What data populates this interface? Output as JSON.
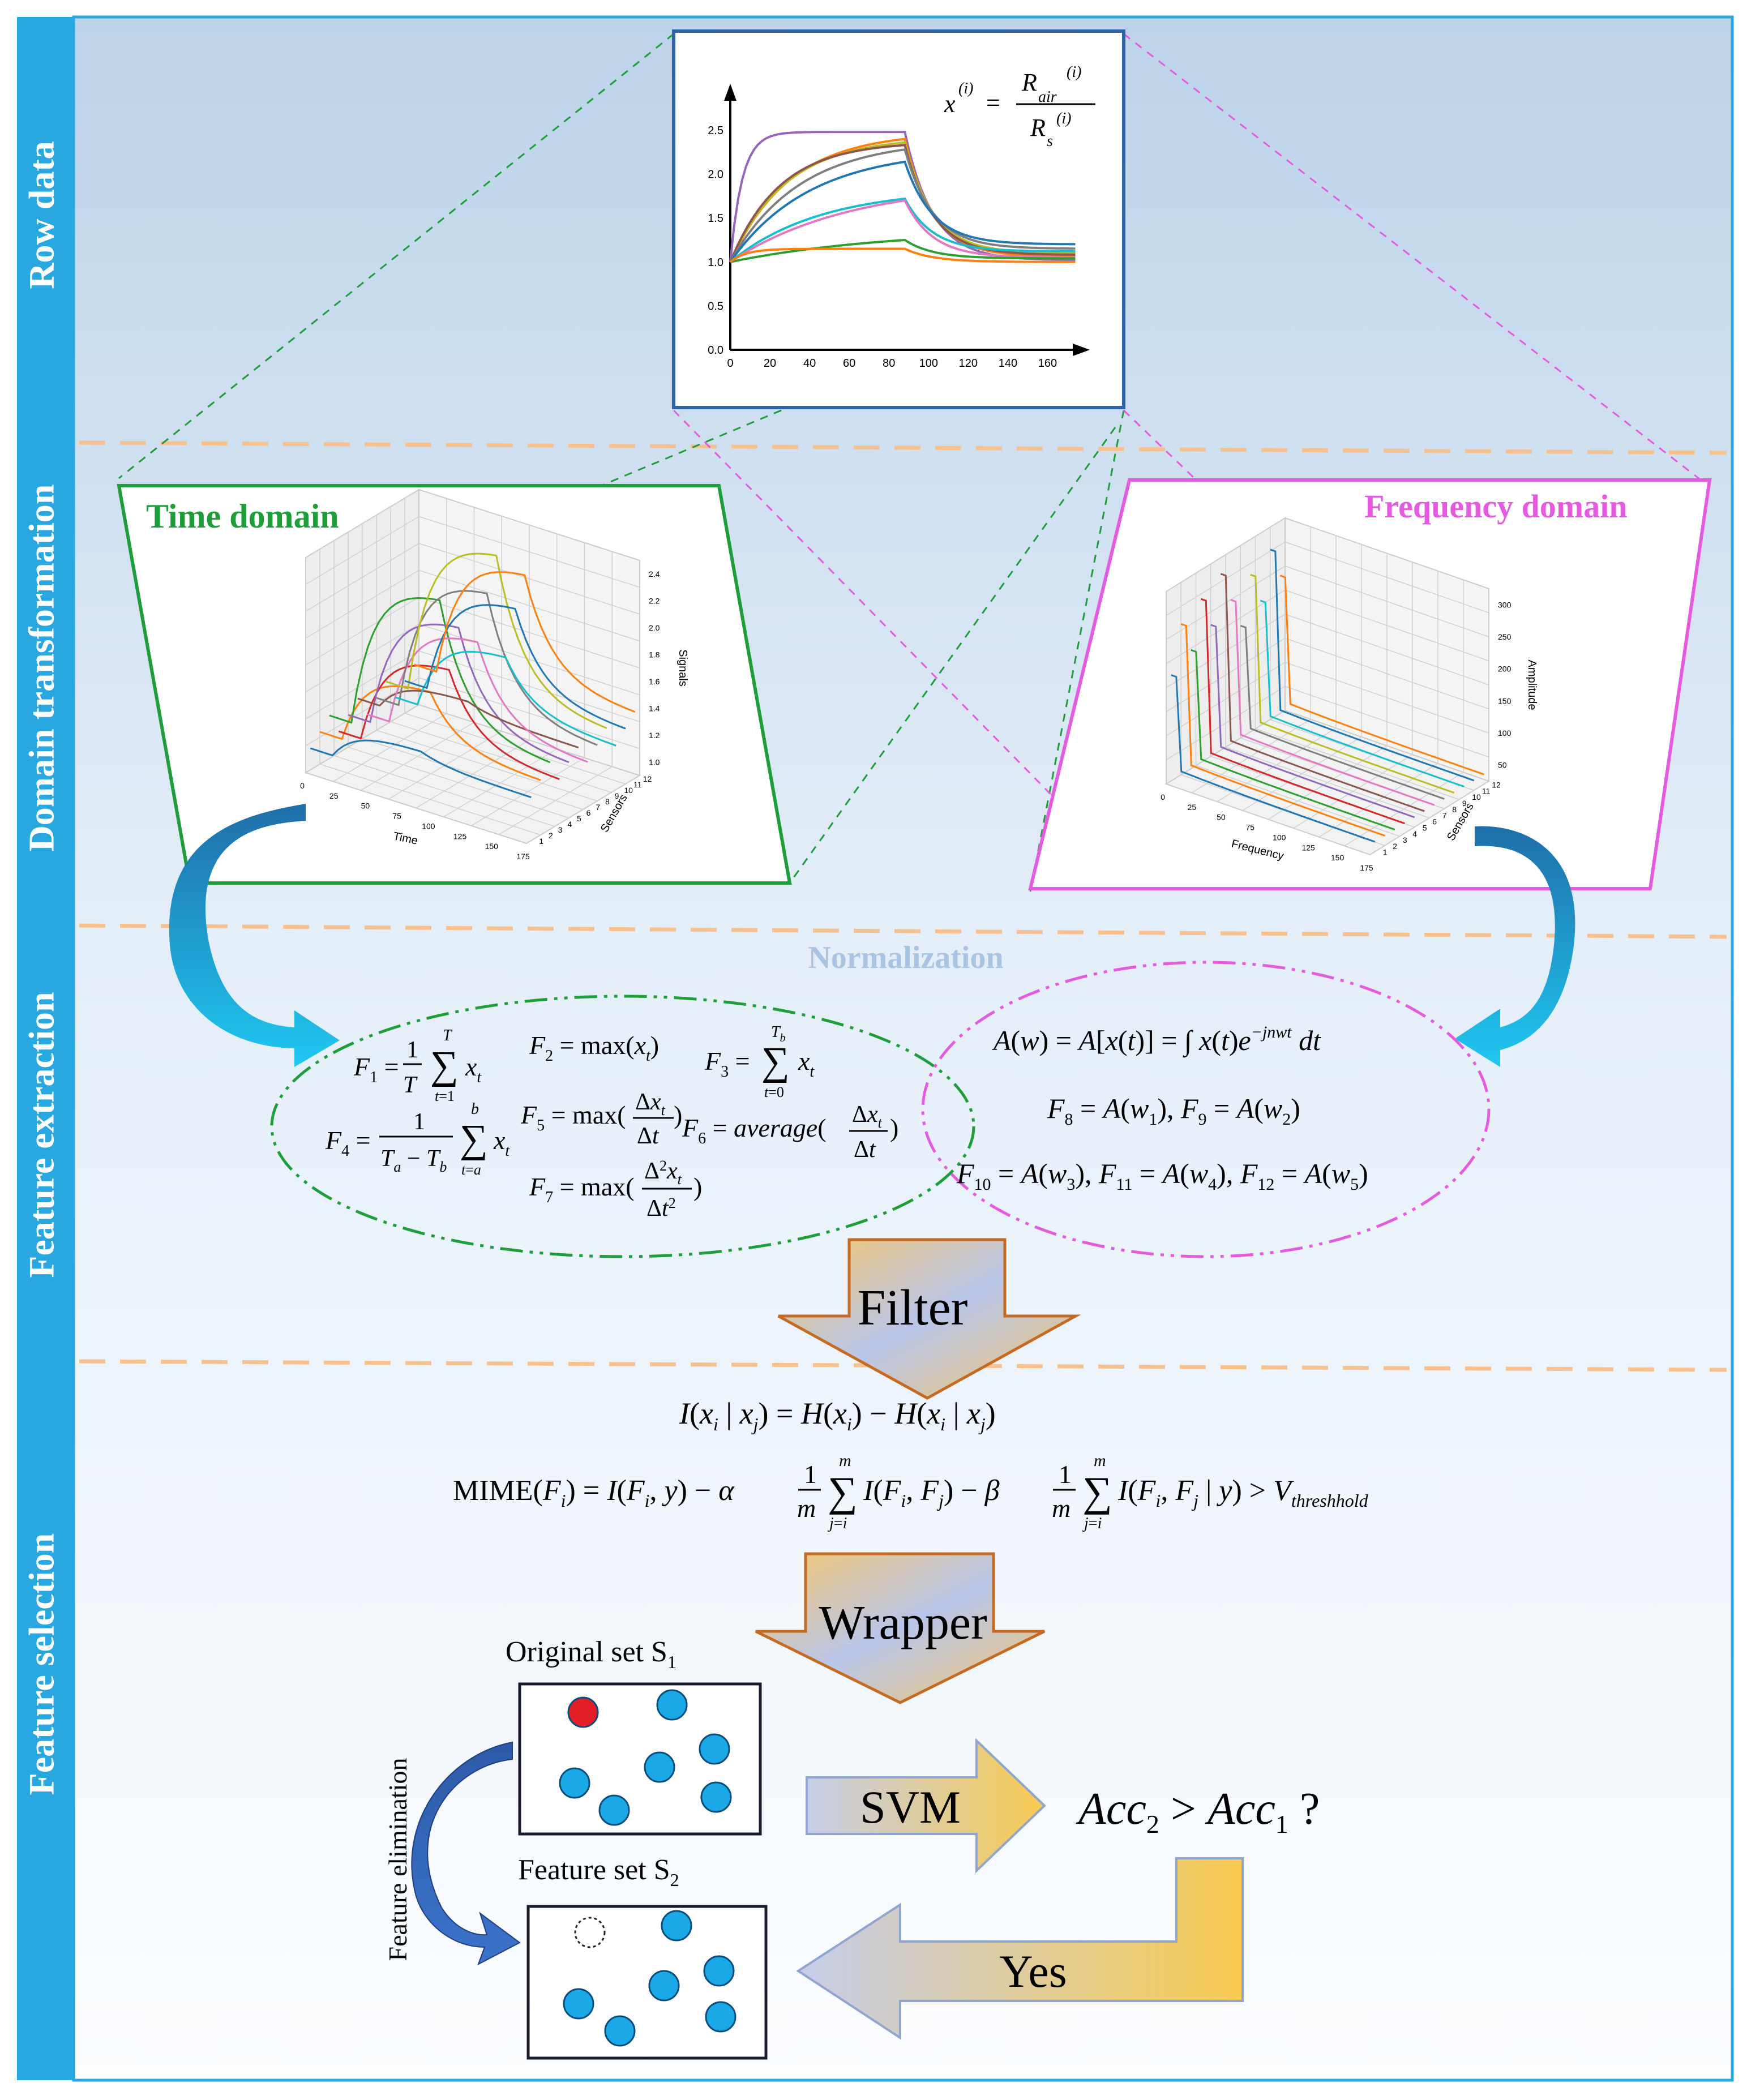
{
  "sections": [
    {
      "id": "row",
      "label": "Row data"
    },
    {
      "id": "domain",
      "label": "Domain transformation"
    },
    {
      "id": "feature_ext",
      "label": "Feature extraction"
    },
    {
      "id": "feature_sel",
      "label": "Feature selection"
    }
  ],
  "raw_chart": {
    "formula": {
      "lhs": "x",
      "lhs_sup": "(i)",
      "num": "R",
      "num_sub": "air",
      "num_sup": "(i)",
      "den": "R",
      "den_sub": "s",
      "den_sup": "(i)"
    },
    "chart_data": {
      "type": "line",
      "xlim": [
        0,
        175
      ],
      "ylim": [
        0,
        2.6
      ],
      "x_ticks": [
        "0",
        "20",
        "40",
        "60",
        "80",
        "100",
        "120",
        "140",
        "160"
      ],
      "y_ticks": [
        "0.0",
        "0.5",
        "1.0",
        "1.5",
        "2.0",
        "2.5"
      ],
      "series": [
        {
          "color": "#9467bd",
          "peak": 2.48,
          "rise": 6,
          "end": 1.02
        },
        {
          "color": "#ff7f0e",
          "peak": 2.4,
          "rise": 30,
          "end": 1.06
        },
        {
          "color": "#bcbd22",
          "peak": 2.36,
          "rise": 28,
          "end": 1.1
        },
        {
          "color": "#8c564b",
          "peak": 2.33,
          "rise": 25,
          "end": 1.08
        },
        {
          "color": "#7f7f7f",
          "peak": 2.28,
          "rise": 35,
          "end": 1.15
        },
        {
          "color": "#1f77b4",
          "peak": 2.14,
          "rise": 40,
          "end": 1.2
        },
        {
          "color": "#17becf",
          "peak": 1.72,
          "rise": 45,
          "end": 1.12
        },
        {
          "color": "#e377c2",
          "peak": 1.7,
          "rise": 60,
          "end": 1.05
        },
        {
          "color": "#2ca02c",
          "peak": 1.25,
          "rise": 80,
          "end": 1.04
        },
        {
          "color": "#ff7f0e",
          "peak": 1.15,
          "rise": 8,
          "end": 1.0
        }
      ]
    }
  },
  "time_domain": {
    "title": "Time domain",
    "x_label": "Time",
    "y_label": "Sensors",
    "z_label": "Signals",
    "x_ticks": [
      "0",
      "25",
      "50",
      "75",
      "100",
      "125",
      "150",
      "175"
    ],
    "y_ticks": [
      "1",
      "2",
      "3",
      "4",
      "5",
      "6",
      "7",
      "8",
      "9",
      "10",
      "11",
      "12"
    ],
    "z_ticks": [
      "1.0",
      "1.2",
      "1.4",
      "1.6",
      "1.8",
      "2.0",
      "2.2",
      "2.4"
    ]
  },
  "freq_domain": {
    "title": "Frequency domain",
    "x_label": "Frequency",
    "y_label": "Sensors",
    "z_label": "Amplitude",
    "x_ticks": [
      "0",
      "25",
      "50",
      "75",
      "100",
      "125",
      "150",
      "175"
    ],
    "y_ticks": [
      "1",
      "2",
      "3",
      "4",
      "5",
      "6",
      "7",
      "8",
      "9",
      "10",
      "11",
      "12"
    ],
    "z_ticks": [
      "50",
      "100",
      "150",
      "200",
      "250",
      "300"
    ]
  },
  "normalization_label": "Normalization",
  "filter_label": "Filter",
  "wrapper_label": "Wrapper",
  "svm_label": "SVM",
  "yes_label": "Yes",
  "original_set_label": "Original set S",
  "original_set_sub": "1",
  "feature_set_label": "Feature set S",
  "feature_set_sub": "2",
  "feature_elimination_label": "Feature elimination",
  "accuracy_question": {
    "a": "Acc",
    "a_sub": "2",
    "op": " > ",
    "b": "Acc",
    "b_sub": "1",
    "q": " ?"
  },
  "colors": {
    "sidebar": "#29a7e1",
    "time_green": "#1e9e3a",
    "freq_magenta": "#e45be0",
    "raw_border": "#2f64a8",
    "dash_orange": "#f7c08f",
    "normalization": "#a9c3e3",
    "dot_blue": "#1aa8e6",
    "dot_red": "#e21f26",
    "arrow_orange": "#c56a22",
    "arrow_yellow": "#f6cb55"
  }
}
